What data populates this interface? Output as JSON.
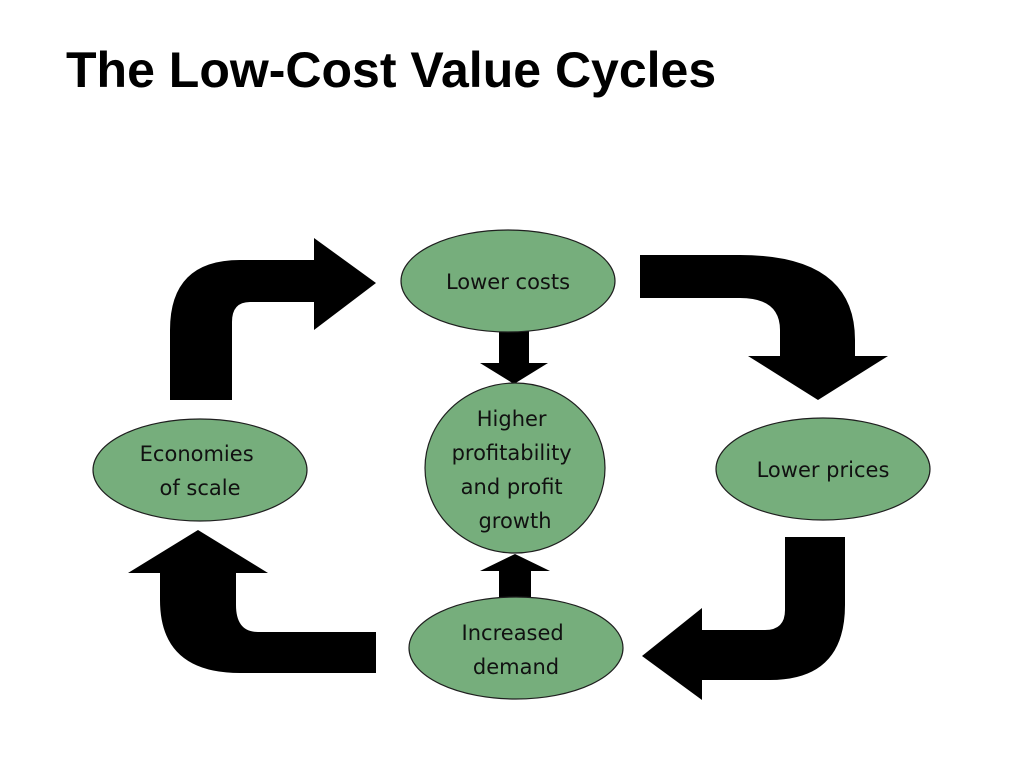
{
  "slide": {
    "title": "The Low-Cost Value Cycles"
  },
  "nodes": {
    "lower_costs": [
      "Lower costs"
    ],
    "lower_prices": [
      "Lower prices"
    ],
    "increased_demand": [
      "Increased",
      "demand"
    ],
    "economies_of_scale": [
      "Economies",
      "of scale"
    ],
    "higher_profitability": [
      "Higher",
      "profitability",
      "and profit",
      "growth"
    ]
  },
  "colors": {
    "node_fill": "#76ae7c",
    "node_stroke": "#1f1f1f",
    "arrow": "#000000",
    "title": "#000000"
  }
}
